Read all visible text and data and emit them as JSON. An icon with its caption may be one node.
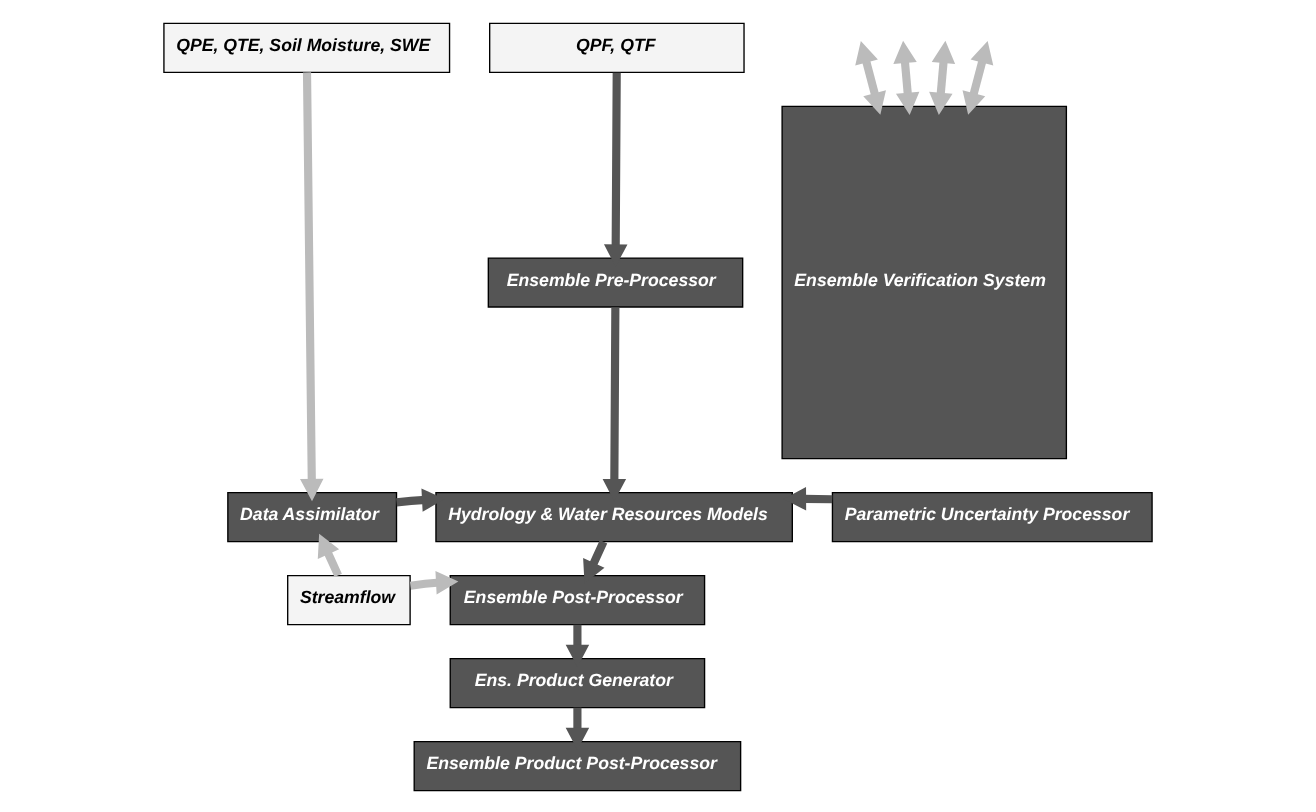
{
  "diagram": {
    "nodes": [
      {
        "text": [
          "QPE, QTE, Soil Moisture, SWE"
        ]
      },
      {
        "text": [
          "QPF, QTF"
        ]
      },
      {
        "text": [
          "Ensemble Pre-Processor"
        ]
      },
      {
        "text": [
          "Data Assimilator"
        ]
      },
      {
        "text": [
          "Hydrology & Water Resources Models"
        ]
      },
      {
        "text": [
          "Parametric Uncertainty Processor"
        ]
      },
      {
        "text": [
          "Streamflow"
        ]
      },
      {
        "text": [
          "Ensemble Post-Processor"
        ]
      },
      {
        "text": [
          "Ens. Product Generator"
        ]
      },
      {
        "text": [
          "Ensemble Product Post-Processor"
        ]
      },
      {
        "text": [
          "Ensemble Verification System"
        ]
      }
    ],
    "edges": [
      {
        "from": 0,
        "to": 3,
        "arrow": "to",
        "color": "#bbbbbb"
      },
      {
        "from": 1,
        "to": 2,
        "arrow": "to",
        "color": "#555555"
      },
      {
        "from": 2,
        "to": 4,
        "arrow": "to",
        "color": "#555555"
      },
      {
        "from": 3,
        "to": 4,
        "arrow": "to",
        "color": "#555555"
      },
      {
        "from": 5,
        "to": 4,
        "arrow": "to",
        "color": "#555555"
      },
      {
        "from": 6,
        "to": 3,
        "arrow": "to",
        "color": "#bbbbbb"
      },
      {
        "from": 6,
        "to": 7,
        "arrow": "to",
        "color": "#bbbbbb"
      },
      {
        "from": 4,
        "to": 7,
        "arrow": "to",
        "color": "#555555"
      },
      {
        "from": 7,
        "to": 8,
        "arrow": "to",
        "color": "#555555"
      },
      {
        "from": 8,
        "to": 9,
        "arrow": "to",
        "color": "#555555"
      },
      {
        "from": null,
        "to": 10,
        "arrow": "both",
        "color": "#bbbbbb"
      },
      {
        "from": null,
        "to": 10,
        "arrow": "both",
        "color": "#bbbbbb"
      },
      {
        "from": null,
        "to": 10,
        "arrow": "both",
        "color": "#bbbbbb"
      },
      {
        "from": null,
        "to": 10,
        "arrow": "both",
        "color": "#bbbbbb"
      }
    ]
  }
}
